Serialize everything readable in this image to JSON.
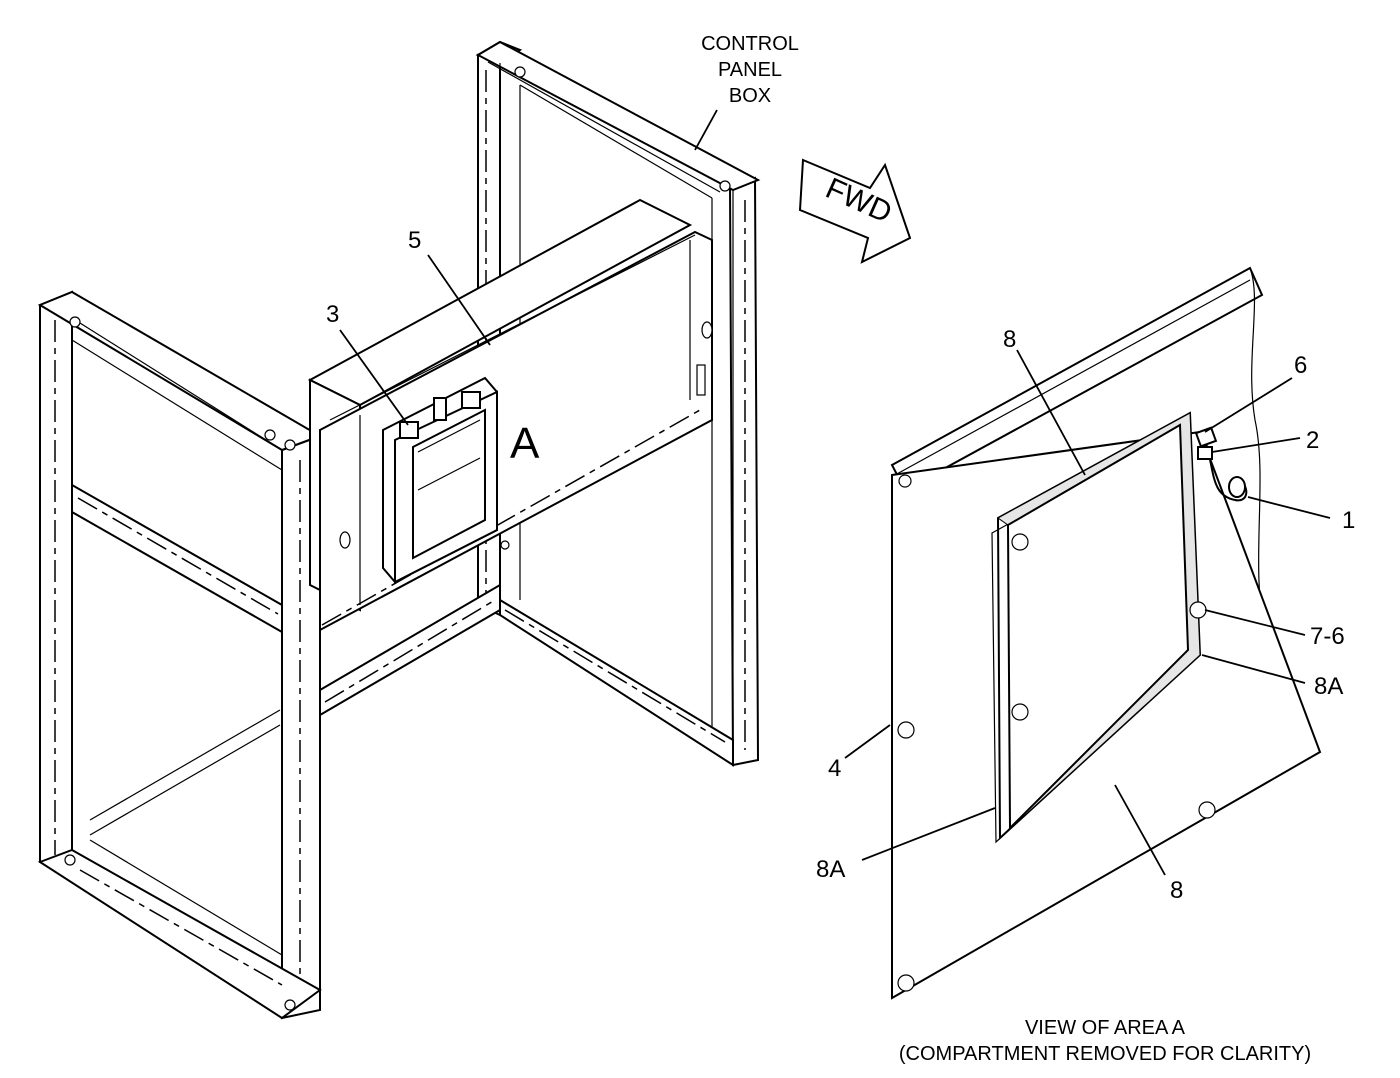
{
  "labels": {
    "control_panel_box": [
      "CONTROL",
      "PANEL",
      "BOX"
    ],
    "fwd_arrow": "FWD",
    "area_marker": "A",
    "callout_1": "1",
    "callout_2": "2",
    "callout_3": "3",
    "callout_4": "4",
    "callout_5": "5",
    "callout_6": "6",
    "callout_7_6": "7-6",
    "callout_8_top": "8",
    "callout_8_bottom": "8",
    "callout_8a_right": "8A",
    "callout_8a_left": "8A"
  },
  "caption": {
    "line1": "VIEW OF AREA A",
    "line2": "(COMPARTMENT REMOVED FOR CLARITY)"
  }
}
